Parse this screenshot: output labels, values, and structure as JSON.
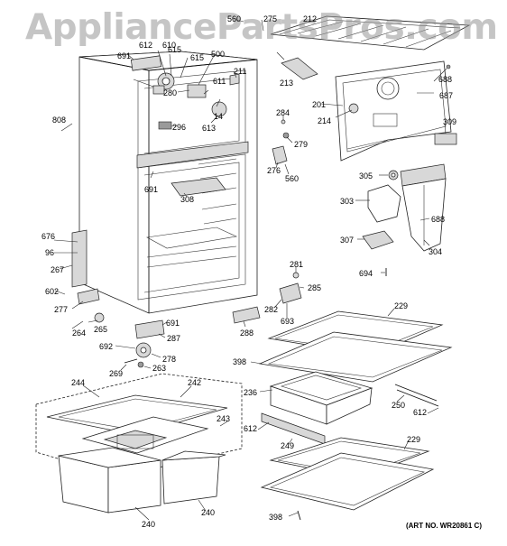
{
  "watermark": "AppliancePartsPros.com",
  "art_no": "(ART NO. WR20861 C)",
  "part_labels": [
    {
      "id": "p560a",
      "text": "560"
    },
    {
      "id": "p275",
      "text": "275"
    },
    {
      "id": "p212a",
      "text": "212"
    },
    {
      "id": "p612a",
      "text": "612"
    },
    {
      "id": "p610",
      "text": "610"
    },
    {
      "id": "p691a",
      "text": "691"
    },
    {
      "id": "p615a",
      "text": "615"
    },
    {
      "id": "p615b",
      "text": "615"
    },
    {
      "id": "p500",
      "text": "500"
    },
    {
      "id": "p280",
      "text": "280"
    },
    {
      "id": "p211",
      "text": "211"
    },
    {
      "id": "p213",
      "text": "213"
    },
    {
      "id": "p688a",
      "text": "688"
    },
    {
      "id": "p687",
      "text": "687"
    },
    {
      "id": "p611",
      "text": "611"
    },
    {
      "id": "p201",
      "text": "201"
    },
    {
      "id": "p14",
      "text": "14"
    },
    {
      "id": "p214",
      "text": "214"
    },
    {
      "id": "p808",
      "text": "808"
    },
    {
      "id": "p284",
      "text": "284"
    },
    {
      "id": "p613",
      "text": "613"
    },
    {
      "id": "p296",
      "text": "296"
    },
    {
      "id": "p309",
      "text": "309"
    },
    {
      "id": "p279",
      "text": "279"
    },
    {
      "id": "p276",
      "text": "276"
    },
    {
      "id": "p560b",
      "text": "560"
    },
    {
      "id": "p305",
      "text": "305"
    },
    {
      "id": "p691b",
      "text": "691"
    },
    {
      "id": "p308",
      "text": "308"
    },
    {
      "id": "p303",
      "text": "303"
    },
    {
      "id": "p688b",
      "text": "688"
    },
    {
      "id": "p676",
      "text": "676"
    },
    {
      "id": "p96",
      "text": "96"
    },
    {
      "id": "p307",
      "text": "307"
    },
    {
      "id": "p304",
      "text": "304"
    },
    {
      "id": "p267",
      "text": "267"
    },
    {
      "id": "p281",
      "text": "281"
    },
    {
      "id": "p694",
      "text": "694"
    },
    {
      "id": "p285",
      "text": "285"
    },
    {
      "id": "p602",
      "text": "602"
    },
    {
      "id": "p229a",
      "text": "229"
    },
    {
      "id": "p282",
      "text": "282"
    },
    {
      "id": "p693",
      "text": "693"
    },
    {
      "id": "p277",
      "text": "277"
    },
    {
      "id": "p265",
      "text": "265"
    },
    {
      "id": "p691c",
      "text": "691"
    },
    {
      "id": "p264",
      "text": "264"
    },
    {
      "id": "p287",
      "text": "287"
    },
    {
      "id": "p288",
      "text": "288"
    },
    {
      "id": "p692",
      "text": "692"
    },
    {
      "id": "p278",
      "text": "278"
    },
    {
      "id": "p398a",
      "text": "398"
    },
    {
      "id": "p269",
      "text": "269"
    },
    {
      "id": "p263",
      "text": "263"
    },
    {
      "id": "p244",
      "text": "244"
    },
    {
      "id": "p242",
      "text": "242"
    },
    {
      "id": "p236",
      "text": "236"
    },
    {
      "id": "p250",
      "text": "250"
    },
    {
      "id": "p612b",
      "text": "612"
    },
    {
      "id": "p243",
      "text": "243"
    },
    {
      "id": "p612c",
      "text": "612"
    },
    {
      "id": "p249",
      "text": "249"
    },
    {
      "id": "p229b",
      "text": "229"
    },
    {
      "id": "p240a",
      "text": "240"
    },
    {
      "id": "p240b",
      "text": "240"
    },
    {
      "id": "p398b",
      "text": "398"
    }
  ]
}
